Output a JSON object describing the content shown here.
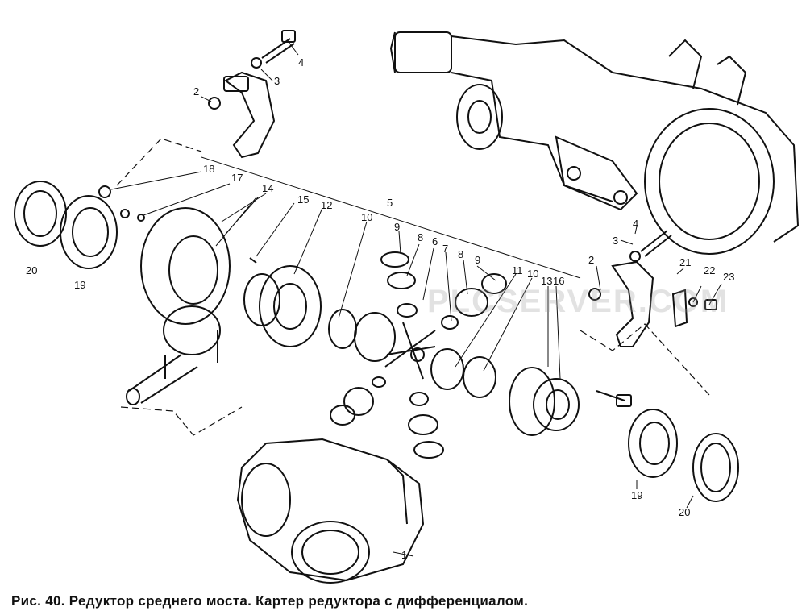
{
  "caption": "Рис. 40. Редуктор среднего моста. Картер редуктора с дифференциалом.",
  "watermark": "PLCSERVER.COM",
  "callouts": [
    "1",
    "2",
    "3",
    "4",
    "5",
    "6",
    "7",
    "8",
    "9",
    "10",
    "11",
    "12",
    "13",
    "14",
    "15",
    "16",
    "17",
    "18",
    "19",
    "20",
    "21",
    "22",
    "23"
  ],
  "labels": {
    "n1": "1",
    "n2a": "2",
    "n2b": "2",
    "n3a": "3",
    "n3b": "3",
    "n4a": "4",
    "n4b": "4",
    "n5": "5",
    "n6": "6",
    "n7": "7",
    "n8a": "8",
    "n8b": "8",
    "n9a": "9",
    "n9b": "9",
    "n10a": "10",
    "n10b": "10",
    "n11": "11",
    "n12": "12",
    "n13": "13",
    "n14": "14",
    "n15": "15",
    "n16": "16",
    "n17": "17",
    "n18": "18",
    "n19a": "19",
    "n19b": "19",
    "n20a": "20",
    "n20b": "20",
    "n21": "21",
    "n22": "22",
    "n23": "23"
  },
  "colors": {
    "ink": "#111111",
    "background": "#ffffff"
  }
}
